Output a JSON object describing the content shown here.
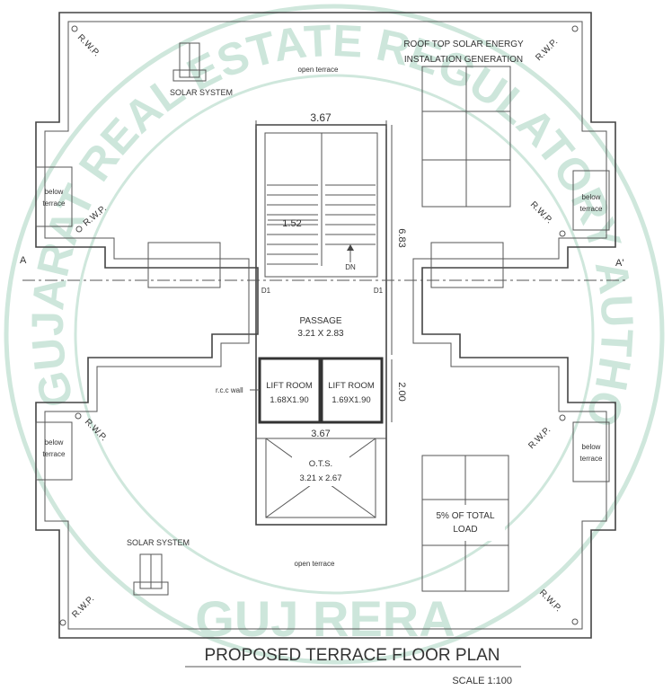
{
  "watermark": {
    "arc_text": "GUJARAT REAL ESTATE REGULATORY AUTHORITY",
    "center_text": "GUJ RERA"
  },
  "labels": {
    "rwp": "R.W.P.",
    "solar_system": "SOLAR SYSTEM",
    "open_terrace": "open terrace",
    "roof_solar_line1": "ROOF TOP SOLAR ENERGY",
    "roof_solar_line2": "INSTALATION GENERATION",
    "below": "below",
    "terrace": "terrace",
    "dim_top_width": "3.67",
    "dim_stair_width": "1.52",
    "dim_height": "6.83",
    "dn": "DN",
    "section_left": "A",
    "section_right": "A'",
    "door": "D1",
    "passage": "PASSAGE",
    "passage_size": "3.21 X 2.83",
    "rcc_wall": "r.c.c wall",
    "lift_room": "LIFT ROOM",
    "lift1_size": "1.68X1.90",
    "lift2_size": "1.69X1.90",
    "dim_lift_height": "2.00",
    "dim_ots_width": "3.67",
    "ots": "O.T.S.",
    "ots_size": "3.21 x 2.67",
    "load_line1": "5% OF TOTAL",
    "load_line2": "LOAD",
    "title": "PROPOSED TERRACE FLOOR PLAN",
    "scale": "SCALE 1:100"
  }
}
